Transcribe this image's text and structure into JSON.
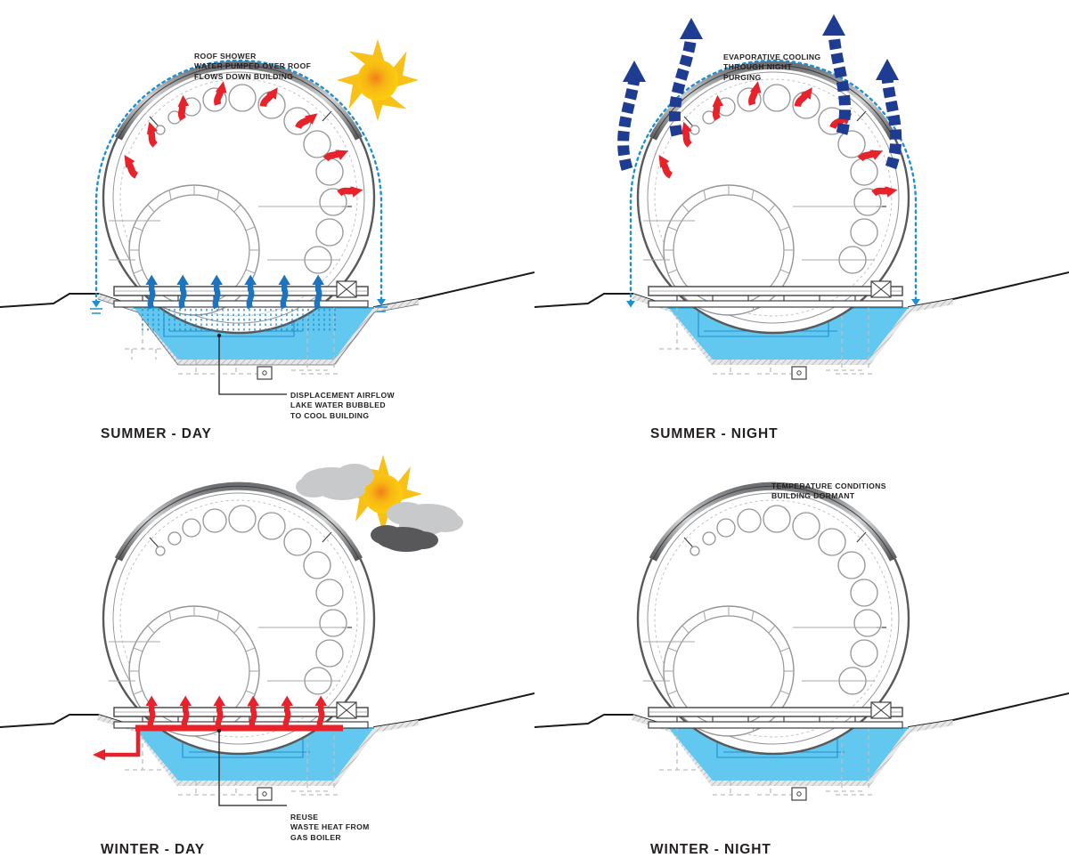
{
  "sheet": {
    "background": "#ffffff",
    "ink": "#231f20"
  },
  "colors": {
    "water_fill": "#62c8ef",
    "water_fill_light": "#b8e5f8",
    "red_arrow": "#e8222a",
    "blue_arrow": "#1b74bd",
    "navy_arrow": "#1f3c93",
    "dotted_blue": "#1f8fd4",
    "sun_yellow": "#f6d013",
    "sun_orange": "#f2a71b",
    "cloud_gray": "#c8c9ca",
    "cloud_dark": "#58585b",
    "structure_gray": "#808285",
    "structure_dark": "#414042",
    "ground_line": "#1a1a1a",
    "hatch_gray": "#a7a9ac",
    "dash_gray": "#bcbec0"
  },
  "panels": [
    {
      "id": "summer-day",
      "title": "SUMMER - DAY",
      "sky_icon": "sun-icon",
      "callout": {
        "id": "roof-shower",
        "heading": "ROOF SHOWER",
        "line2": "WATER PUMPED OVER ROOF",
        "line3": "FLOWS DOWN BUILDING"
      },
      "callout_leader": {
        "id": "displacement-airflow",
        "heading": "DISPLACEMENT AIRFLOW",
        "line2": "LAKE WATER BUBBLED",
        "line3": "TO COOL BUILDING"
      },
      "flows": {
        "roof_red_arrows": 8,
        "floor_blue_arrows": 6,
        "water_drop_arrows": 2,
        "bubbler_columns": 42
      }
    },
    {
      "id": "summer-night",
      "title": "SUMMER - NIGHT",
      "sky_icon": "none",
      "callout": {
        "id": "evaporative-cooling",
        "heading": "EVAPORATIVE COOLING",
        "line2": "THROUGH NIGHT",
        "line3": "PURGING"
      },
      "flows": {
        "roof_red_arrows": 8,
        "navy_purge_arrows": 4,
        "water_drop_arrows": 2
      }
    },
    {
      "id": "winter-day",
      "title": "WINTER - DAY",
      "sky_icon": "sun-behind-clouds-icon",
      "callout_leader": {
        "id": "reuse-waste-heat",
        "heading": "REUSE",
        "line2": "WASTE HEAT FROM",
        "line3": "GAS BOILER"
      },
      "flows": {
        "floor_red_arrows": 6,
        "boiler_supply_arrow": 1
      }
    },
    {
      "id": "winter-night",
      "title": "WINTER - NIGHT",
      "sky_icon": "none",
      "callout": {
        "id": "temperature-conditions",
        "heading": "TEMPERATURE CONDITIONS",
        "line2": "BUILDING DORMANT"
      },
      "flows": {}
    }
  ],
  "building": {
    "name": "circular-section-building",
    "outer_ring_windows": 11,
    "inner_ring_spokes": 14,
    "floor_supports": 7
  }
}
